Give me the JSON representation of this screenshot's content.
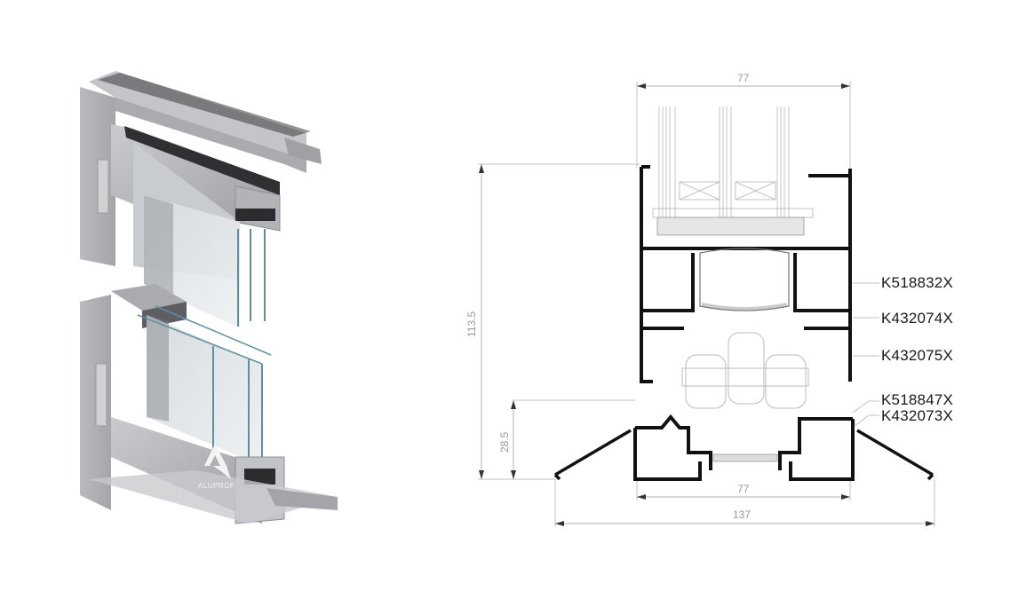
{
  "render": {
    "brand_name": "ALUPROF",
    "colors": {
      "aluminium": "#b4b6b9",
      "aluminium_dark": "#8e9094",
      "gasket": "#2a2c2e",
      "glass_edge": "#5f8fa0"
    }
  },
  "drawing": {
    "dimensions": {
      "top_width": "77",
      "bottom_inner_width": "77",
      "bottom_overall_width": "137",
      "overall_height": "113.5",
      "sill_height": "28.5"
    },
    "profile_codes": [
      "K518832X",
      "K432074X",
      "K432075X",
      "K518847X",
      "K432073X"
    ],
    "colors": {
      "profile": "#111111",
      "dimension_line": "#b0b0b0",
      "dimension_text": "#9a9a9a",
      "leader": "#c0c0c0"
    }
  }
}
